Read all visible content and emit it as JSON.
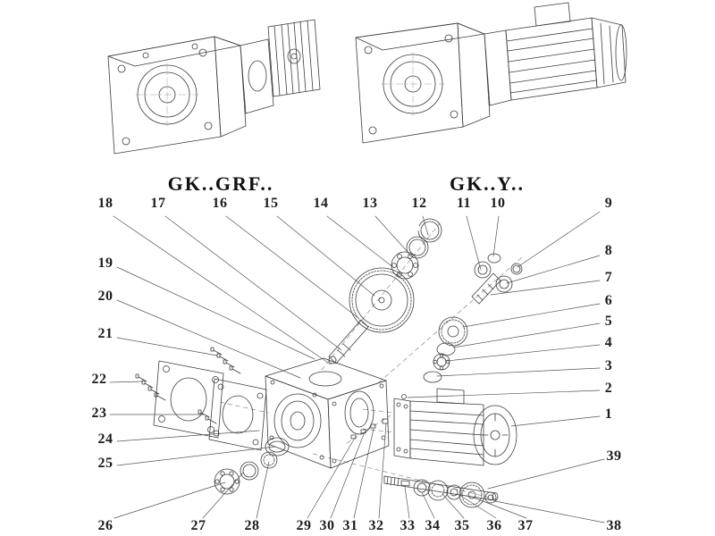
{
  "titles": {
    "left": "GK..GRF..",
    "right": "GK..Y.."
  },
  "callouts": {
    "top": [
      "18",
      "17",
      "16",
      "15",
      "14",
      "13",
      "12",
      "11",
      "10",
      "9"
    ],
    "right": [
      "8",
      "7",
      "6",
      "5",
      "4",
      "3",
      "2",
      "1",
      "39",
      "38"
    ],
    "left": [
      "19",
      "20",
      "21",
      "22",
      "23",
      "24",
      "25",
      "26"
    ],
    "bottom": [
      "27",
      "28",
      "29",
      "30",
      "31",
      "32",
      "33",
      "34",
      "35",
      "36",
      "37"
    ]
  },
  "colors": {
    "line": "#3d3d3d",
    "leader": "#555555",
    "text": "#1c1c1c"
  }
}
